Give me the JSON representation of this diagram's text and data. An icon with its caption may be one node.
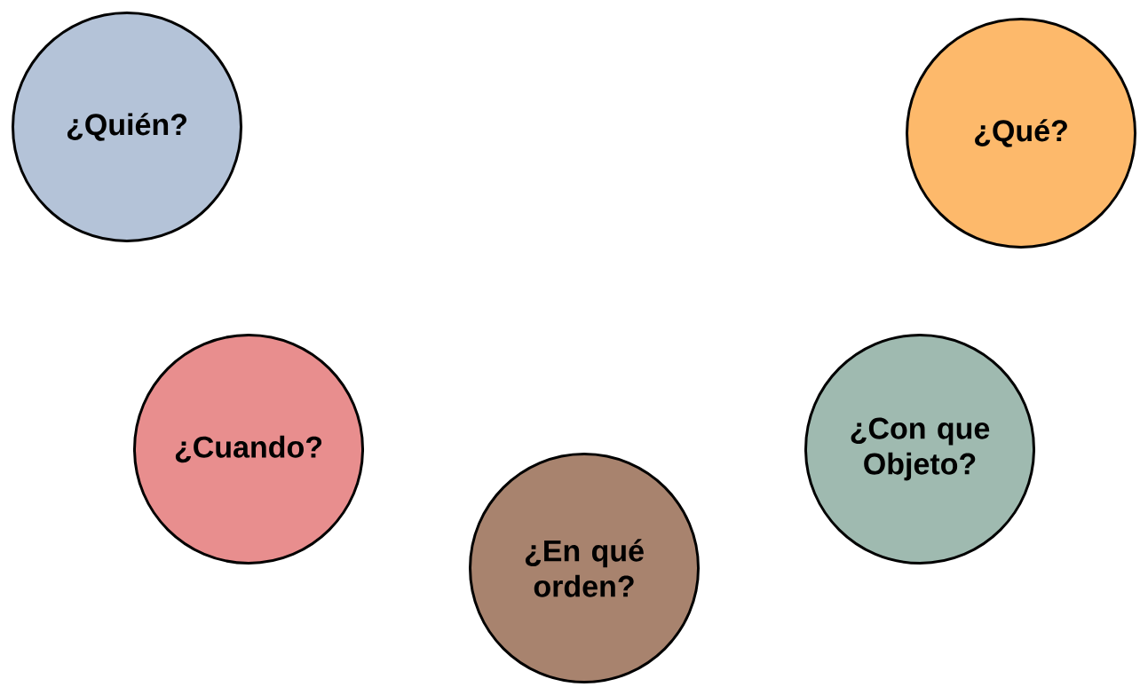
{
  "diagram": {
    "nodes": [
      {
        "text": [
          "¿Quién?"
        ]
      },
      {
        "text": [
          "¿Qué?"
        ]
      },
      {
        "text": [
          "¿Cuando?"
        ]
      },
      {
        "text": [
          "¿Con que Objeto?"
        ]
      },
      {
        "text": [
          "¿En qué orden?"
        ]
      }
    ]
  }
}
